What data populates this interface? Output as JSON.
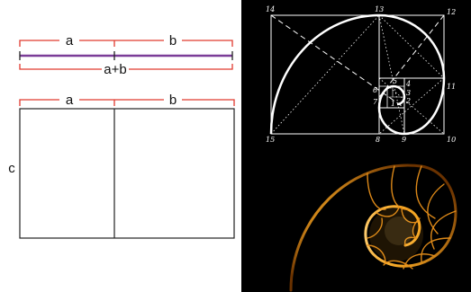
{
  "segment_diagram": {
    "label_a": "a",
    "label_b": "b",
    "label_sum": "a+b",
    "bracket_color": "#e03a2f",
    "line_color": "#7b3d98"
  },
  "rectangle_diagram": {
    "label_a": "a",
    "label_b": "b",
    "label_c": "c",
    "bracket_color": "#e03a2f"
  },
  "golden_spiral": {
    "background": "#000000",
    "numbers": [
      "1",
      "2",
      "3",
      "4",
      "5",
      "6",
      "7",
      "8",
      "9",
      "10",
      "11",
      "12",
      "13",
      "14",
      "15"
    ]
  },
  "nautilus": {
    "background": "#000000",
    "glow_color": "#f5a623"
  }
}
